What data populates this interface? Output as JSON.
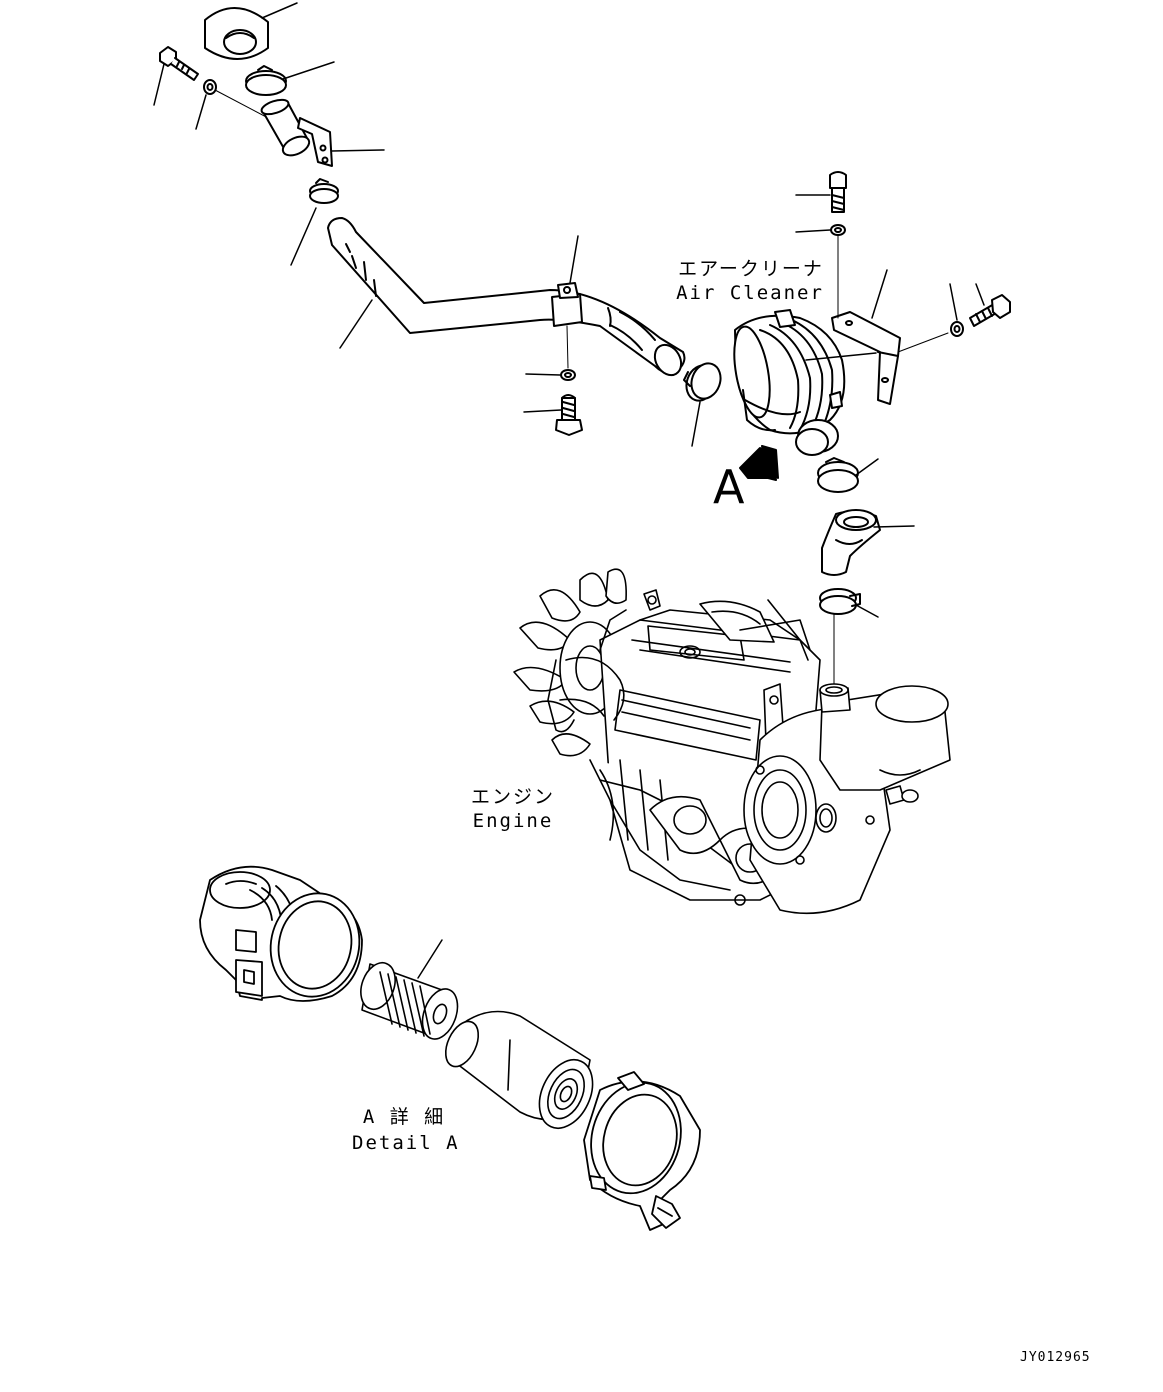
{
  "labels": {
    "air_cleaner_jp": "エアークリーナ",
    "air_cleaner_en": "Air Cleaner",
    "view_arrow_letter": "A",
    "engine_jp": "エンジン",
    "engine_en": "Engine",
    "detail_jp": "A 詳 細",
    "detail_en": "Detail A",
    "drawing_code": "JY012965"
  }
}
